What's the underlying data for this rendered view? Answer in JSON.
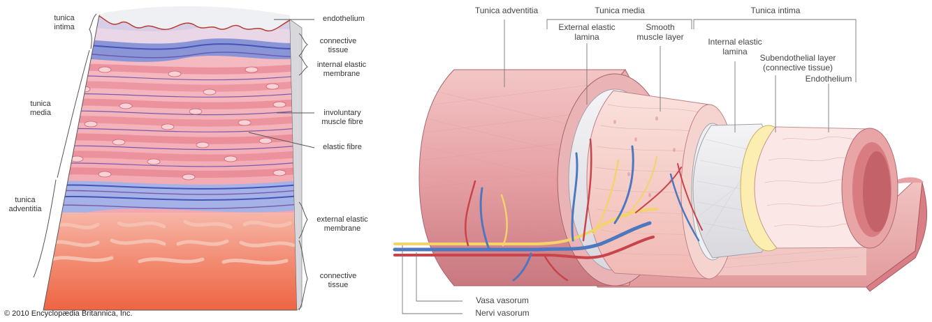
{
  "left_diagram": {
    "labels": {
      "tunica_intima": "tunica\nintima",
      "tunica_media": "tunica\nmedia",
      "tunica_adventitia": "tunica\nadventitia",
      "endothelium": "endothelium",
      "connective_tissue_top": "connective\ntissue",
      "internal_elastic_membrane": "internal elastic\nmembrane",
      "involuntary_muscle_fibre": "involuntary\nmuscle fibre",
      "elastic_fibre": "elastic fibre",
      "external_elastic_membrane": "external elastic\nmembrane",
      "connective_tissue_bottom": "connective\ntissue"
    }
  },
  "right_diagram": {
    "labels": {
      "tunica_adventitia": "Tunica adventitia",
      "tunica_media": "Tunica media",
      "tunica_intima": "Tunica intima",
      "external_elastic_lamina": "External elastic\nlamina",
      "smooth_muscle_layer": "Smooth\nmuscle layer",
      "internal_elastic_lamina": "Internal elastic\nlamina",
      "subendothelial_layer": "Subendothelial layer\n(connective tissue)",
      "endothelium": "Endothelium",
      "vasa_vasorum": "Vasa vasorum",
      "nervi_vasorum": "Nervi vasorum"
    }
  },
  "copyright": "© 2010 Encyclopædia Britannica, Inc.",
  "colors": {
    "endothelium_red": "#b63a2e",
    "muscle_pink": "#ef9aa3",
    "elastic_blue": "#5a6fc0",
    "adventitia_orange": "#ef6a48",
    "vessel_outer": "#e8a4a8",
    "lamina_grey": "#e8e8ec",
    "subendothelial_yellow": "#fbeeb0",
    "nerve_yellow": "#f3d36a",
    "vein_blue": "#4d78c0",
    "artery_red": "#c8444a"
  }
}
